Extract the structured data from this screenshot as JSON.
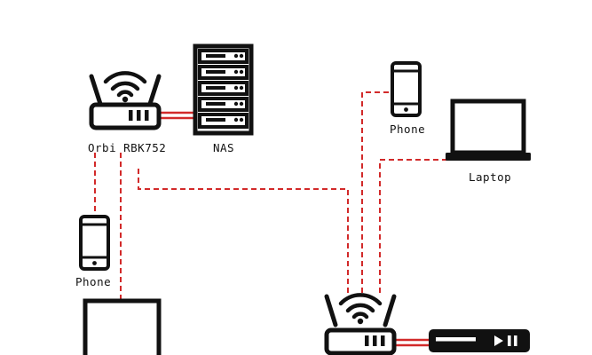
{
  "labels": {
    "router_main": "Orbi RBK752",
    "nas": "NAS",
    "phone_top": "Phone",
    "laptop_right": "Laptop",
    "phone_left": "Phone"
  },
  "colors": {
    "wired_link": "#d22a2a",
    "wireless_link": "#d22a2a",
    "device": "#111111",
    "background": "#ffffff"
  },
  "icons": [
    "router-icon",
    "server-icon",
    "phone-icon",
    "laptop-icon",
    "media-player-icon"
  ]
}
